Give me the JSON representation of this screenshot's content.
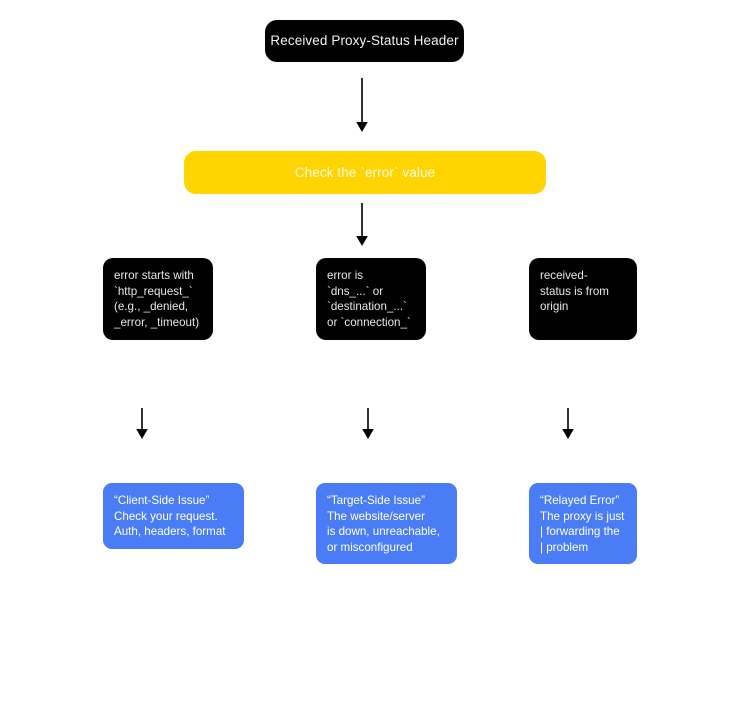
{
  "diagram": {
    "title": "Proxy-Status Header triage flowchart",
    "background": "#ffffff",
    "colors": {
      "root": "#000000",
      "decision": "#ffd400",
      "condition": "#000000",
      "outcome": "#4a7df5",
      "arrow": "#000000",
      "root_text": "#f2f2f2",
      "decision_text": "#ffffff",
      "outcome_text": "#ffffff"
    },
    "root": {
      "label": "Received Proxy-Status Header"
    },
    "decision": {
      "label": "Check the `error` value"
    },
    "conditions": [
      {
        "id": "client",
        "text": "error starts with\n`http_request_`\n(e.g., _denied,\n_error, _timeout)"
      },
      {
        "id": "target",
        "text": "error is\n`dns_...` or\n`destination_...`\nor `connection_`"
      },
      {
        "id": "relayed",
        "text": "received-\nstatus is from\norigin"
      }
    ],
    "outcomes": [
      {
        "id": "client-outcome",
        "text": "“Client-Side Issue”\nCheck your request.\nAuth, headers, format"
      },
      {
        "id": "target-outcome",
        "text": "“Target-Side Issue”\nThe website/server\nis down, unreachable,\nor misconfigured"
      },
      {
        "id": "relayed-outcome",
        "text": "“Relayed Error”\nThe proxy is just\n| forwarding the\n| problem"
      }
    ],
    "arrows": [
      {
        "id": "root-to-decision"
      },
      {
        "id": "decision-to-conditions"
      },
      {
        "id": "condition-client-to-outcome"
      },
      {
        "id": "condition-target-to-outcome"
      },
      {
        "id": "condition-relayed-to-outcome"
      }
    ]
  }
}
